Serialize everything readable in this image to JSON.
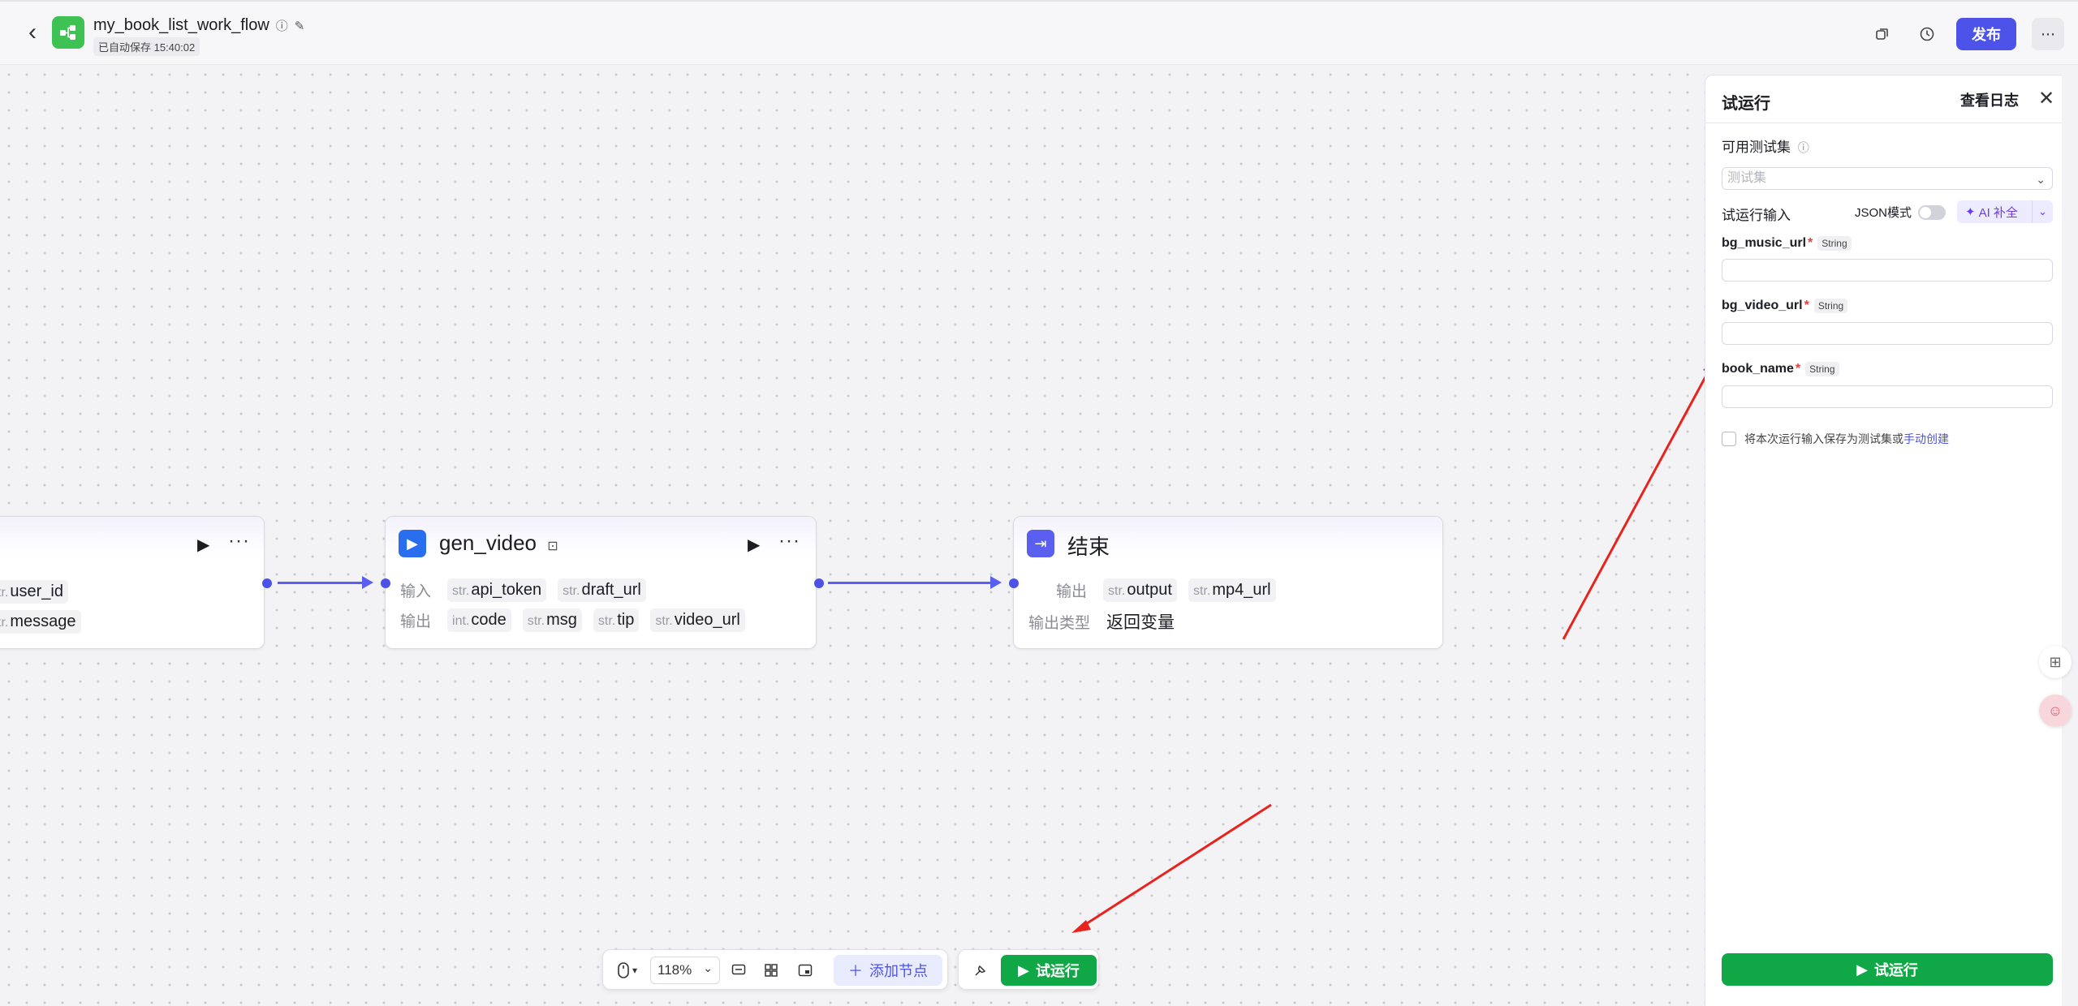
{
  "header": {
    "title": "my_book_list_work_flow",
    "saved": "已自动保存 15:40:02",
    "publish": "发布"
  },
  "nodes": {
    "left": {
      "fields": [
        {
          "type": "str.",
          "name": "user_id"
        },
        {
          "type": "str.",
          "name": "message"
        }
      ]
    },
    "gen_video": {
      "title": "gen_video",
      "input_label": "输入",
      "output_label": "输出",
      "inputs": [
        {
          "type": "str.",
          "name": "api_token"
        },
        {
          "type": "str.",
          "name": "draft_url"
        }
      ],
      "outputs": [
        {
          "type": "int.",
          "name": "code"
        },
        {
          "type": "str.",
          "name": "msg"
        },
        {
          "type": "str.",
          "name": "tip"
        },
        {
          "type": "str.",
          "name": "video_url"
        }
      ]
    },
    "end": {
      "title": "结束",
      "output_label": "输出",
      "outputs": [
        {
          "type": "str.",
          "name": "output"
        },
        {
          "type": "str.",
          "name": "mp4_url"
        }
      ],
      "output_type_label": "输出类型",
      "output_type_value": "返回变量"
    }
  },
  "toolbar": {
    "zoom": "118%",
    "add_node": "添加节点",
    "run": "试运行"
  },
  "panel": {
    "title": "试运行",
    "view_log": "查看日志",
    "testset_label": "可用测试集",
    "testset_placeholder": "测试集",
    "input_label": "试运行输入",
    "json_mode": "JSON模式",
    "ai_fill": "AI 补全",
    "fields": [
      {
        "name": "bg_music_url",
        "type": "String"
      },
      {
        "name": "bg_video_url",
        "type": "String"
      },
      {
        "name": "book_name",
        "type": "String"
      }
    ],
    "save_text": "将本次运行输入保存为测试集或",
    "save_link": "手动创建",
    "run_button": "试运行"
  }
}
